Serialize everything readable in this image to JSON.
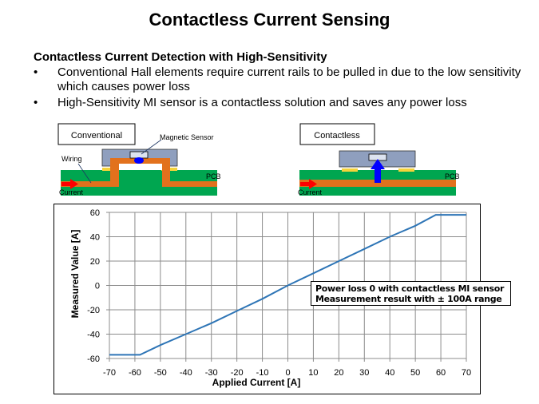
{
  "slide": {
    "title": "Contactless Current Sensing",
    "subtitle": "Contactless Current Detection with High-Sensitivity",
    "bullets": [
      {
        "marker": "•",
        "text": "Conventional Hall elements require current rails to be pulled in due to the low sensitivity which causes power loss"
      },
      {
        "marker": "•",
        "text": "High-Sensitivity MI sensor is a contactless solution and saves any power loss"
      }
    ]
  },
  "diagrams": {
    "conventional": {
      "label": "Conventional",
      "sensor_label": "Magnetic Sensor",
      "wiring_label": "Wiring",
      "pcb_label": "PCB",
      "current_label": "Current"
    },
    "contactless": {
      "label": "Contactless",
      "pcb_label": "PCB",
      "current_label": "Current"
    },
    "colors": {
      "pcb": "#00a650",
      "wiring": "#e2711d",
      "sensor_package": "#8f9fbe",
      "pad": "#f5d33a",
      "field_arrow": "#0000ff",
      "current_arrow": "#ff0000"
    }
  },
  "annotation": {
    "line1": "Power loss 0 with contactless MI sensor",
    "line2": "Measurement result with ± 100A range"
  },
  "chart_data": {
    "type": "line",
    "title": "",
    "xlabel": "Applied Current [A]",
    "ylabel": "Measured Value [A]",
    "xlim": [
      -70,
      70
    ],
    "ylim": [
      -60,
      60
    ],
    "xticks": [
      -70,
      -60,
      -50,
      -40,
      -30,
      -20,
      -10,
      0,
      10,
      20,
      30,
      40,
      50,
      60,
      70
    ],
    "yticks": [
      -60,
      -40,
      -20,
      0,
      20,
      40,
      60
    ],
    "grid": true,
    "legend": null,
    "line_color": "#2e75b6",
    "series": [
      {
        "name": "Measured Value",
        "x": [
          -70,
          -58,
          -50,
          -40,
          -30,
          -20,
          -10,
          0,
          10,
          20,
          30,
          40,
          50,
          58,
          70
        ],
        "y": [
          -57,
          -57,
          -49,
          -40,
          -31,
          -21,
          -11,
          0,
          10,
          20,
          30,
          40,
          49,
          58,
          58
        ]
      }
    ]
  }
}
